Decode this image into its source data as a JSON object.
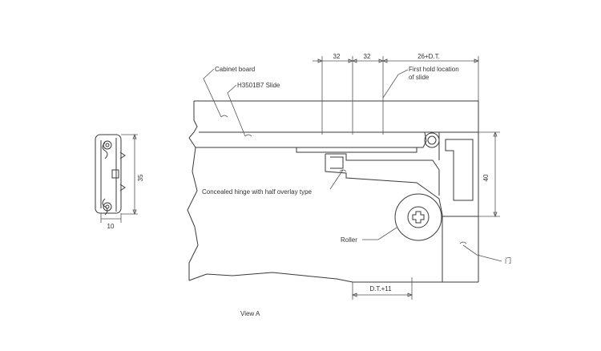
{
  "labels": {
    "cabinet_board": "Cabinet board",
    "slide": "H3501B7 Slide",
    "first_hold_line1": "First hold location",
    "first_hold_line2": "of slide",
    "hinge": "Concealed hinge with half overlay type",
    "roller": "Roller",
    "door": "门",
    "view": "View A"
  },
  "dimensions": {
    "d1": "32",
    "d2": "32",
    "d3": "26+D.T.",
    "height_40": "40",
    "dt11": "D.T.+11",
    "profile_height": "35",
    "profile_width": "10"
  },
  "colors": {
    "line": "#3a3a3a",
    "text": "#333333"
  }
}
